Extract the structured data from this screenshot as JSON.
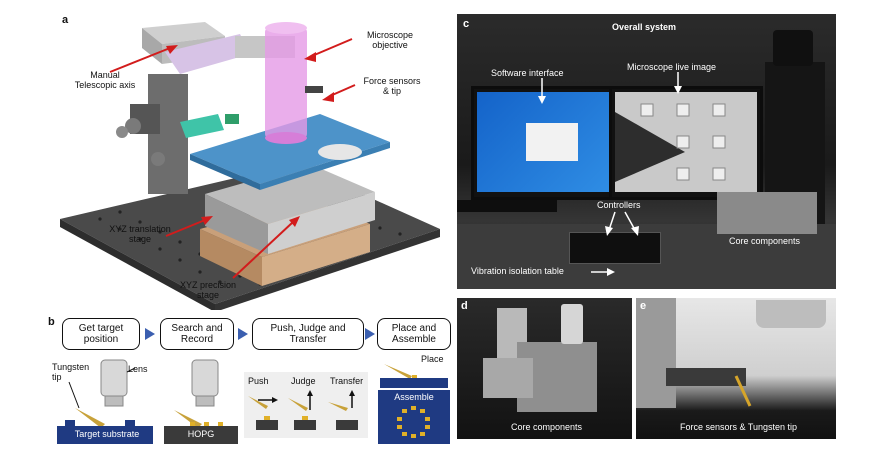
{
  "panel_a": {
    "letter": "a",
    "labels": {
      "manual_axis": "Manual\nTelescopic axis",
      "objective": "Microscope\nobjective",
      "force": "Force sensors\n& tip",
      "translation": "XYZ translation\nstage",
      "precision": "XYZ precision\nstage"
    }
  },
  "panel_b": {
    "letter": "b",
    "steps": [
      "Get target\nposition",
      "Search and\nRecord",
      "Push, Judge and\nTransfer",
      "Place and\nAssemble"
    ],
    "tungsten_tip": "Tungsten\ntip",
    "lens": "Lens",
    "target_substrate": "Target substrate",
    "hopg": "HOPG",
    "push": "Push",
    "judge": "Judge",
    "transfer": "Transfer",
    "place": "Place",
    "assemble": "Assemble",
    "colors": {
      "accent": "#3b5fb0",
      "substrate": "#1f3a82",
      "hopg": "#3a3a3a",
      "gold": "#e0b028"
    }
  },
  "panel_c": {
    "letter": "c",
    "title": "Overall system",
    "software": "Software interface",
    "live": "Microscope live image",
    "controllers": "Controllers",
    "core": "Core components",
    "vibration": "Vibration isolation table"
  },
  "panel_d": {
    "letter": "d",
    "caption": "Core components"
  },
  "panel_e": {
    "letter": "e",
    "caption": "Force sensors & Tungsten tip"
  }
}
